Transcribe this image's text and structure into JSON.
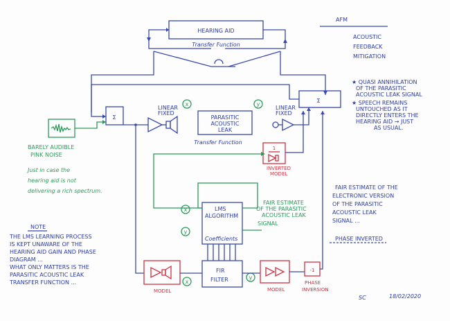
{
  "title": "AFM",
  "subtitle_lines": [
    "ACOUSTIC",
    "FEEDBACK",
    "MITIGATION"
  ],
  "hearing_aid_label": "HEARING AID",
  "transfer_function_label": "Transfer Function",
  "sigma_symbol": "Σ",
  "linear_fixed_lines": [
    "LINEAR",
    "FIXED"
  ],
  "parasitic_leak_lines": [
    "PARASITIC",
    "ACOUSTIC",
    "LEAK"
  ],
  "x_marker": "x",
  "y_marker": "y",
  "notes_right": [
    "★ QUASI ANNIHILATION",
    "OF THE PARASITIC",
    "ACOUSTIC LEAK SIGNAL",
    "★ SPEECH REMAINS",
    "UNTOUCHED AS IT",
    "DIRECTLY ENTERS THE",
    "HEARING AID → JUST",
    "AS USUAL."
  ],
  "inverted_model": {
    "fraction_num": "1",
    "lines": [
      "INVERTED",
      "MODEL"
    ]
  },
  "barely_audible_lines": [
    "BARELY AUDIBLE",
    "PINK NOISE"
  ],
  "green_note_lines": [
    "Just in case the",
    "hearing aid is not",
    "delivering a rich spectrum."
  ],
  "lms_lines": [
    "LMS",
    "ALGORITHM"
  ],
  "coefficients_label": "Coefficients",
  "fir_lines": [
    "FIR",
    "FILTER"
  ],
  "fair_estimate_parasitic_lines": [
    "FAIR ESTIMATE",
    "OF THE PARASITIC",
    "ACOUSTIC LEAK",
    "SIGNAL"
  ],
  "fair_estimate_electronic_lines": [
    "FAIR ESTIMATE OF THE",
    "ELECTRONIC VERSION",
    "OF THE PARASITIC",
    "ACOUSTIC LEAK",
    "SIGNAL ..."
  ],
  "phase_inverted_label": "PHASE INVERTED",
  "model_label": "MODEL",
  "phase_inversion_value": "-1",
  "phase_inversion_lines": [
    "PHASE",
    "INVERSION"
  ],
  "note_heading": "NOTE",
  "note_lines": [
    "THE LMS LEARNING PROCESS",
    "IS KEPT UNAWARE OF THE",
    "HEARING AID GAIN AND PHASE",
    "DIAGRAM ...",
    "WHAT ONLY MATTERS IS THE",
    "PARASITIC ACOUSTIC LEAK",
    "TRANSFER FUNCTION ..."
  ],
  "signature": "SC",
  "date": "18/02/2020"
}
